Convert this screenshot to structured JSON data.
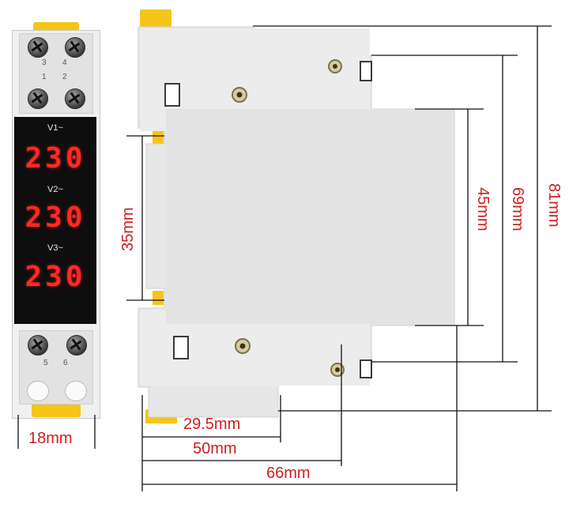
{
  "front": {
    "terminals_top": [
      "3",
      "4",
      "1",
      "2"
    ],
    "terminals_bottom": [
      "5",
      "6"
    ],
    "channels": [
      {
        "label": "V1~",
        "value": "230"
      },
      {
        "label": "V2~",
        "value": "230"
      },
      {
        "label": "V3~",
        "value": "230"
      }
    ],
    "width_label": "18mm"
  },
  "dimensions": {
    "rail": "35mm",
    "h45": "45mm",
    "h69": "69mm",
    "h81": "81mm",
    "d29": "29.5mm",
    "d50": "50mm",
    "d66": "66mm"
  },
  "colors": {
    "dimension_text": "#cc1f1f",
    "digit": "#ff2a22",
    "clip": "#f5c518"
  }
}
